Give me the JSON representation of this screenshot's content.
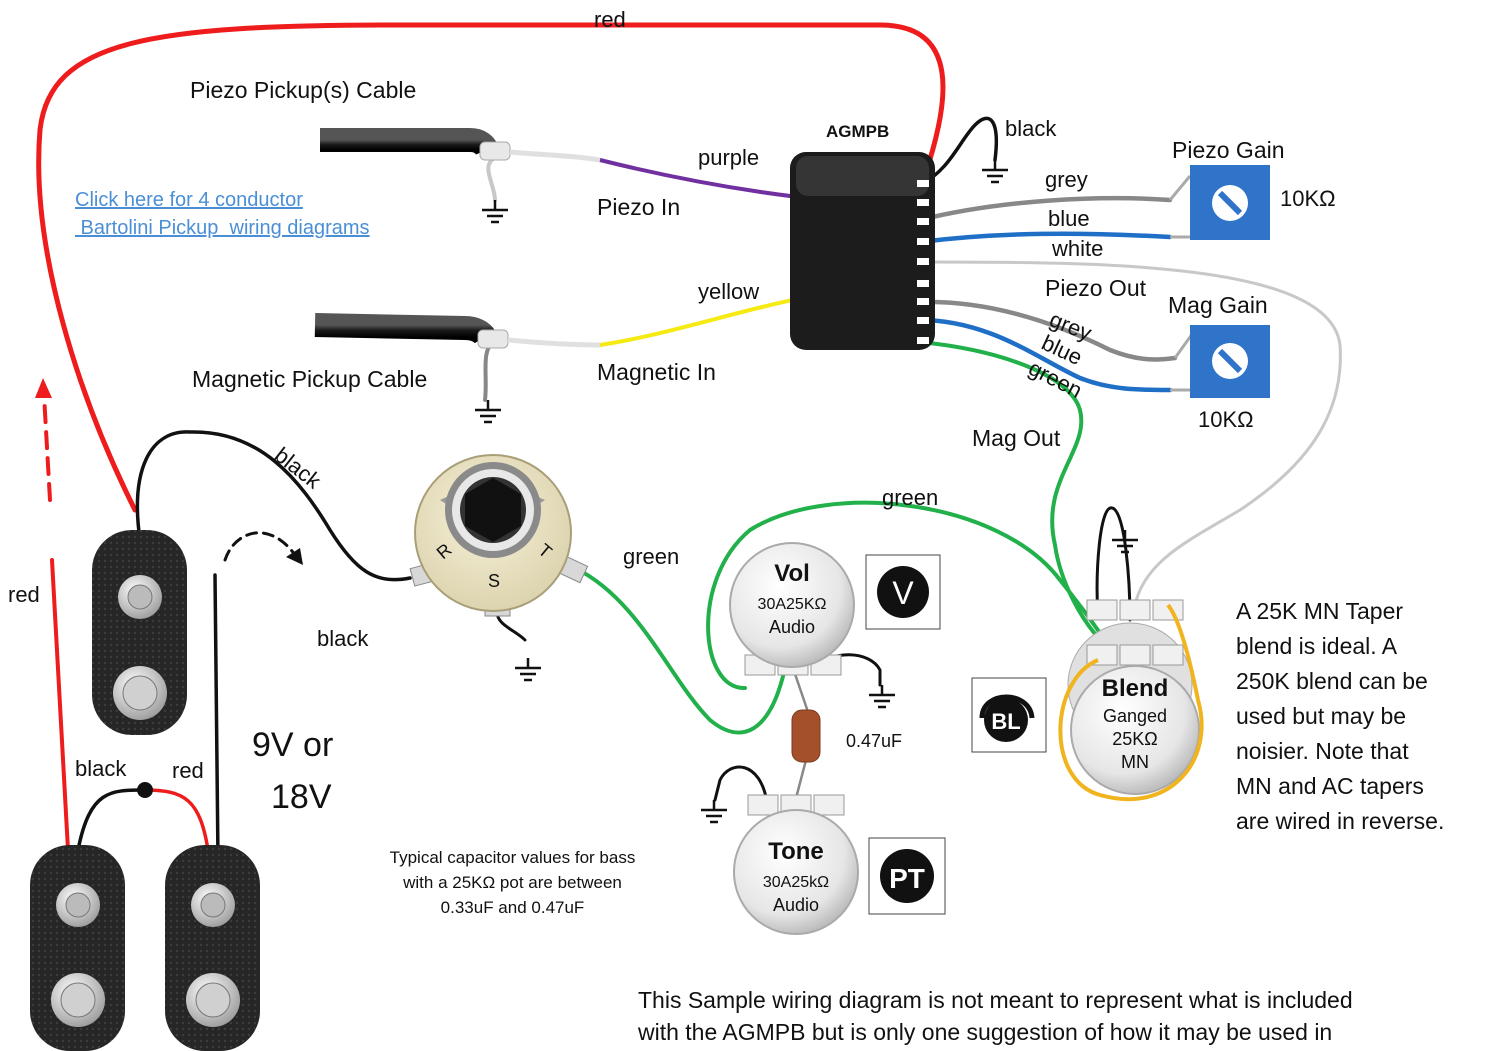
{
  "colors": {
    "red": "#ee1c1c",
    "black": "#111111",
    "purple": "#7030a0",
    "grey": "#888888",
    "blue": "#1f6fc6",
    "white": "#d0d0d0",
    "yellow": "#f5ea14",
    "green": "#22b04a",
    "orange": "#f0b41e",
    "pot_blue": "#2f74c8",
    "cap_brown": "#a4502a",
    "link": "#4a8fd6"
  },
  "labels": {
    "piezo_cable": "Piezo  Pickup(s) Cable",
    "mag_cable": "Magnetic Pickup Cable",
    "piezo_in": "Piezo In",
    "mag_in": "Magnetic In",
    "agmpb": "AGMPB",
    "piezo_out": "Piezo Out",
    "mag_out": "Mag Out",
    "piezo_gain": "Piezo Gain",
    "mag_gain": "Mag  Gain",
    "piezo_gain_value": "10KΩ",
    "mag_gain_value": "10KΩ",
    "voltage_line1": "9V or",
    "voltage_line2": "18V",
    "cap_value": "0.47uF",
    "jack_r": "R",
    "jack_s": "S",
    "jack_t": "T"
  },
  "wires": {
    "red_top": "red",
    "red_left": "red",
    "red_battery": "red",
    "black_top": "black",
    "black_jack": "black",
    "black_mid": "black",
    "black_battery": "black",
    "purple": "purple",
    "grey1": "grey",
    "blue1": "blue",
    "white": "white",
    "yellow": "yellow",
    "grey2": "grey",
    "blue2": "blue",
    "green_mag": "green",
    "green_jack": "green",
    "green_vol": "green"
  },
  "pots": {
    "vol": {
      "title": "Vol",
      "line1": "30A25KΩ",
      "line2": "Audio",
      "badge": "V"
    },
    "tone": {
      "title": "Tone",
      "line1": "30A25kΩ",
      "line2": "Audio",
      "badge": "PT"
    },
    "blend": {
      "title": "Blend",
      "line1": "Ganged",
      "line2": "25KΩ",
      "line3": "MN",
      "badge": "BL"
    }
  },
  "link": {
    "line1": "Click here for 4 conductor",
    "line2": " Bartolini Pickup  wiring diagrams"
  },
  "notes": {
    "blend": [
      "A 25K MN Taper",
      "blend is ideal. A",
      "250K blend can be",
      "used but may be",
      "noisier. Note that",
      "MN and AC tapers",
      "are wired in reverse."
    ],
    "capacitor": [
      "Typical capacitor values for bass",
      "with a 25KΩ pot are  between",
      "0.33uF and 0.47uF"
    ],
    "disclaimer": [
      "This Sample wiring diagram is not meant to represent what  is included",
      "with the AGMPB but is only  one suggestion of  how it may be used in"
    ]
  }
}
